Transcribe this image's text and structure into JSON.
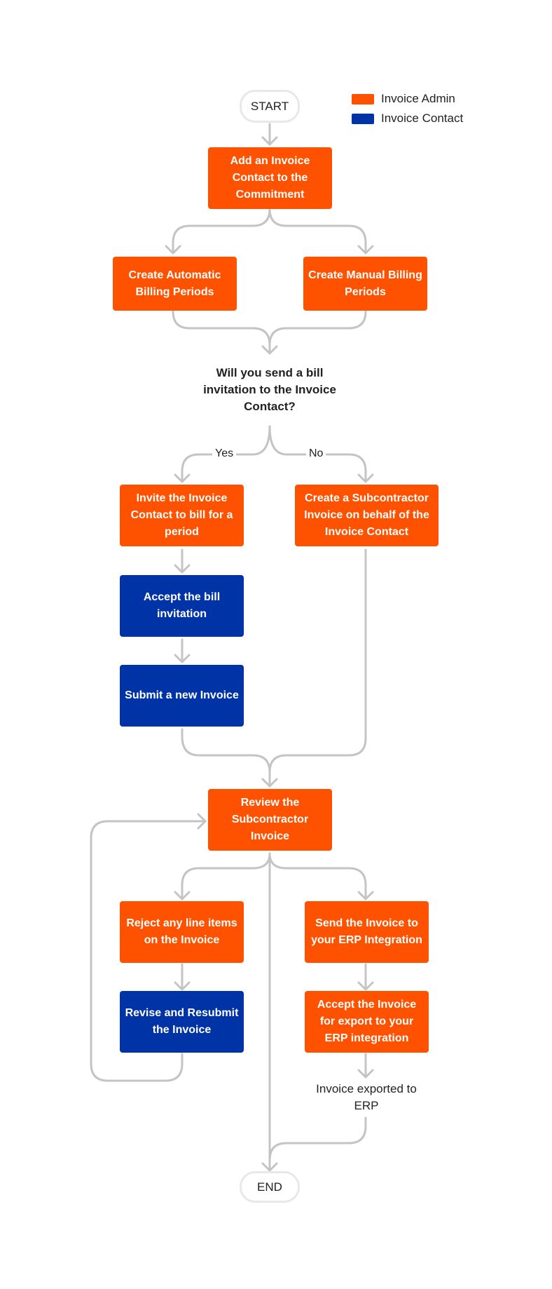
{
  "legend": {
    "admin_label": "Invoice Admin",
    "contact_label": "Invoice Contact",
    "admin_color": "#ff5200",
    "contact_color": "#0033a6"
  },
  "terminals": {
    "start": "START",
    "end": "END"
  },
  "nodes": {
    "add_contact": "Add an Invoice Contact to the Commitment",
    "auto_periods": "Create Automatic Billing Periods",
    "manual_periods": "Create Manual Billing Periods",
    "question": "Will you send a bill invitation to the Invoice Contact?",
    "invite_contact": "Invite the Invoice Contact to bill for a period",
    "create_sub_invoice": "Create a Subcontractor Invoice on behalf of the Invoice Contact",
    "accept_invitation": "Accept the bill invitation",
    "submit_invoice": "Submit a new Invoice",
    "review_invoice": "Review the Subcontractor Invoice",
    "reject_items": "Reject any line items on the Invoice",
    "revise_resubmit": "Revise and Resubmit the Invoice",
    "send_erp": "Send the Invoice to your ERP Integration",
    "accept_export": "Accept the Invoice for export to your ERP integration",
    "exported": "Invoice exported to ERP"
  },
  "edge_labels": {
    "yes": "Yes",
    "no": "No"
  },
  "connector_color": "#c4c4c4"
}
